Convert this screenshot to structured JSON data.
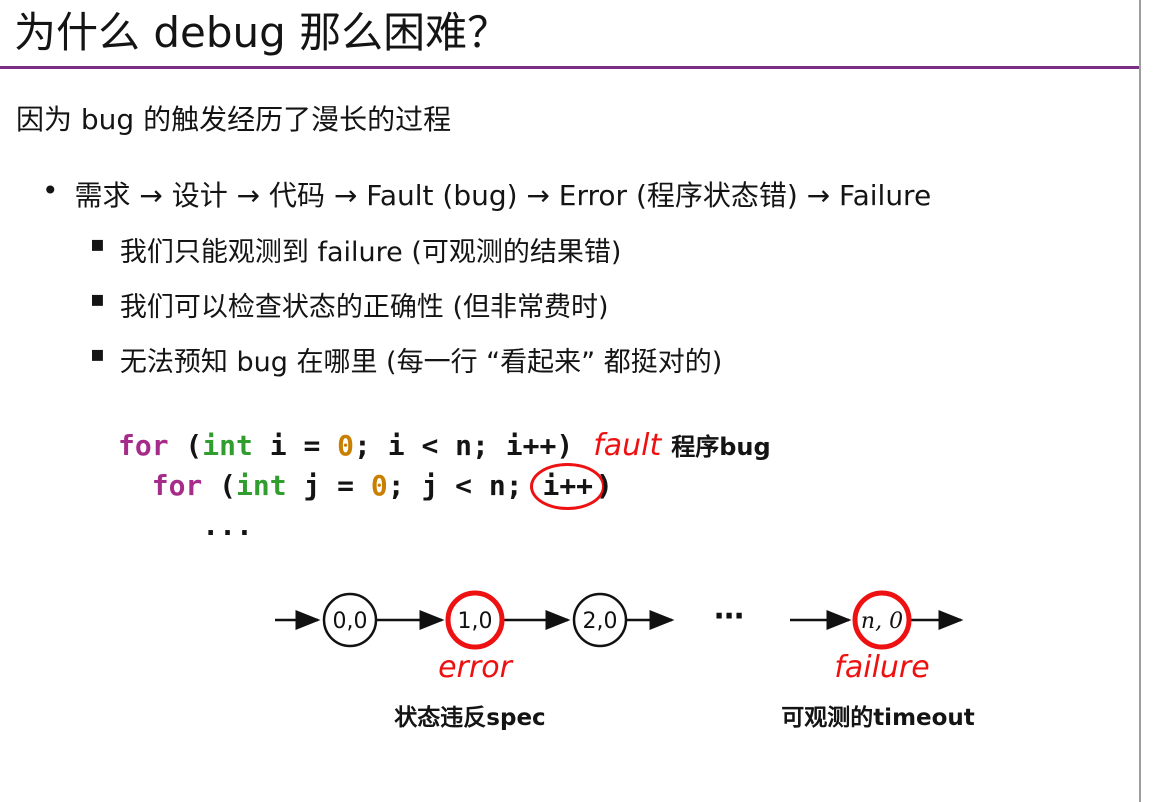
{
  "title": "为什么 debug 那么困难？",
  "lead": "因为 bug 的触发经历了漫长的过程",
  "bullets": {
    "main": "需求 → 设计 → 代码 → Fault (bug) → Error (程序状态错) → Failure",
    "subs": [
      "我们只能观测到 failure (可观测的结果错)",
      "我们可以检查状态的正确性 (但非常费时)",
      "无法预知 bug 在哪里 (每一行 “看起来” 都挺对的)"
    ]
  },
  "code": {
    "line1": {
      "kw": "for",
      "p1": " (",
      "type": "int",
      "t1": " i = ",
      "num": "0",
      "t2": "; i < n; i++)"
    },
    "fault_label": "fault",
    "fault_note": "程序bug",
    "line2": {
      "indent": "  ",
      "kw": "for",
      "p1": " (",
      "type": "int",
      "t1": " j = ",
      "num": "0",
      "t2": "; j < n; ",
      "bug": "i++",
      "t3": ")"
    },
    "line3": "     ..."
  },
  "diagram": {
    "states": [
      "0,0",
      "1,0",
      "2,0",
      "n, 0"
    ],
    "ellipsis": "⋯",
    "error_label": "error",
    "error_caption": "状态违反spec",
    "failure_label": "failure",
    "failure_caption": "可观测的timeout"
  },
  "colors": {
    "accent_rule": "#7a2f84",
    "code_keyword": "#a62c8a",
    "code_type": "#2f9e2f",
    "code_number": "#c97f00",
    "highlight_red": "#ee1111",
    "edge_line": "#9e9e9e"
  }
}
